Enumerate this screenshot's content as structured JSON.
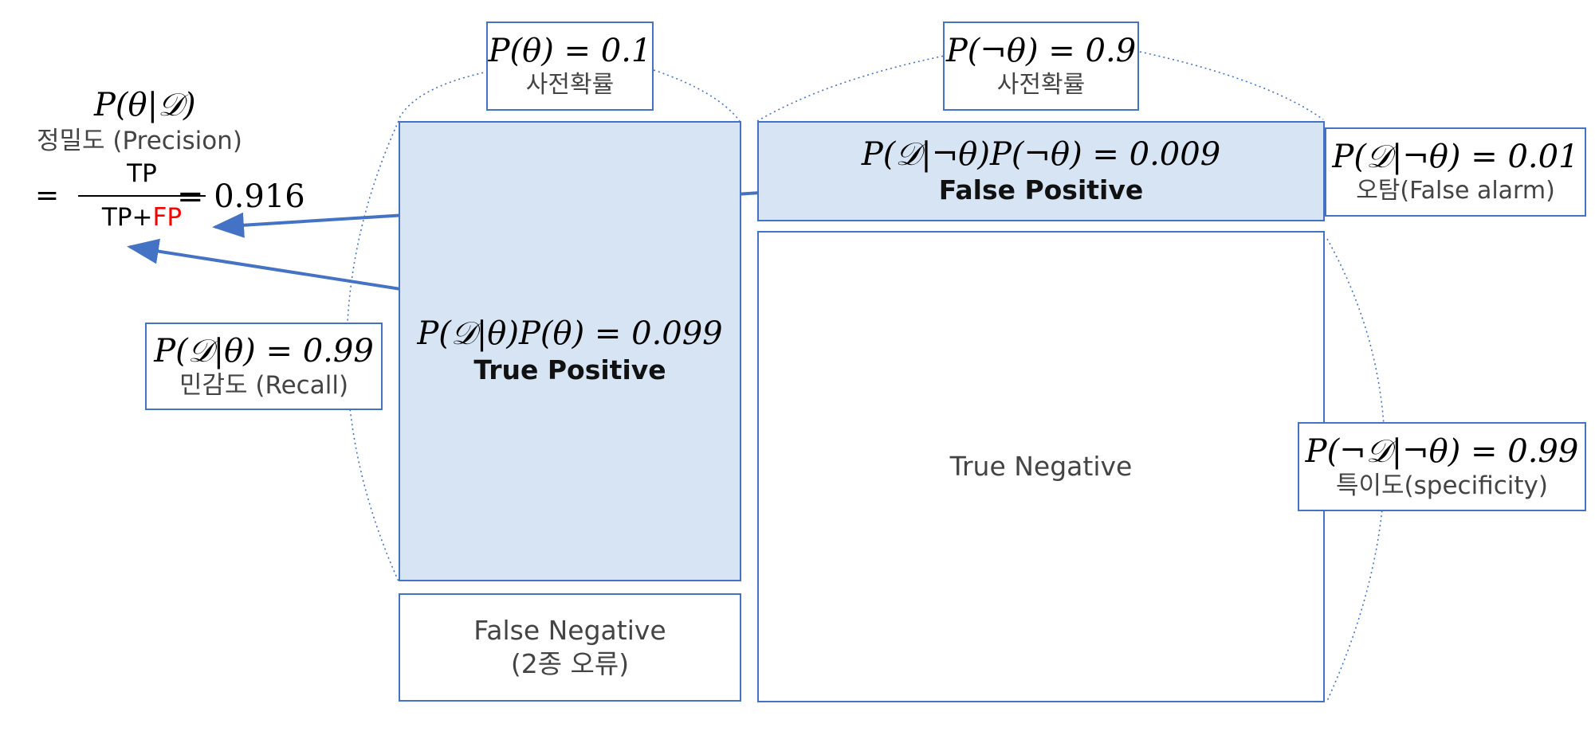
{
  "prior_theta": {
    "formula": "P(θ) = 0.1",
    "label": "사전확률"
  },
  "prior_not_theta": {
    "formula": "P(¬θ) = 0.9",
    "label": "사전확률"
  },
  "precision": {
    "formula": "P(θ|𝒟)",
    "label": "정밀도 (Precision)",
    "numerator": "TP",
    "denominator_tp": "TP+",
    "denominator_fp": "FP",
    "equals": "=",
    "result": "= 0.916",
    "fp_color": "#ff0000"
  },
  "recall": {
    "formula": "P(𝒟|θ) = 0.99",
    "label": "민감도 (Recall)"
  },
  "true_positive": {
    "formula": "P(𝒟|θ)P(θ) = 0.099",
    "label": "True Positive"
  },
  "false_positive": {
    "formula": "P(𝒟|¬θ)P(¬θ) = 0.009",
    "label": "False Positive"
  },
  "false_alarm": {
    "formula": "P(𝒟|¬θ) = 0.01",
    "label": "오탐(False alarm)"
  },
  "specificity": {
    "formula": "P(¬𝒟|¬θ) = 0.99",
    "label": "특이도(specificity)"
  },
  "true_negative": {
    "label": "True Negative"
  },
  "false_negative": {
    "line1": "False Negative",
    "line2": "(2종 오류)"
  },
  "colors": {
    "border": "#4472c4",
    "fill": "#d6e4f3",
    "arrow": "#4472c4"
  }
}
